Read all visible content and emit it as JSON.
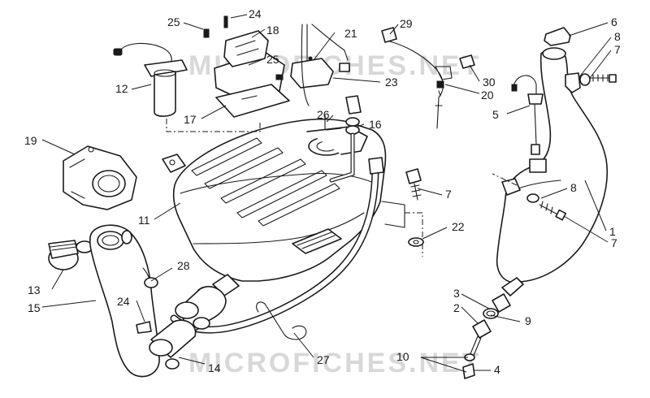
{
  "diagram": {
    "watermarks": [
      "MICROFICHES.NET",
      "MICROFICHES.NET"
    ],
    "callouts": [
      {
        "id": "c1",
        "text": "1"
      },
      {
        "id": "c2",
        "text": "2"
      },
      {
        "id": "c3",
        "text": "3"
      },
      {
        "id": "c4",
        "text": "4"
      },
      {
        "id": "c5",
        "text": "5"
      },
      {
        "id": "c6",
        "text": "6"
      },
      {
        "id": "c7a",
        "text": "7"
      },
      {
        "id": "c7b",
        "text": "7"
      },
      {
        "id": "c7c",
        "text": "7"
      },
      {
        "id": "c8a",
        "text": "8"
      },
      {
        "id": "c8b",
        "text": "8"
      },
      {
        "id": "c9",
        "text": "9"
      },
      {
        "id": "c10",
        "text": "10"
      },
      {
        "id": "c11",
        "text": "11"
      },
      {
        "id": "c12",
        "text": "12"
      },
      {
        "id": "c13",
        "text": "13"
      },
      {
        "id": "c14",
        "text": "14"
      },
      {
        "id": "c15",
        "text": "15"
      },
      {
        "id": "c16",
        "text": "16"
      },
      {
        "id": "c17",
        "text": "17"
      },
      {
        "id": "c18",
        "text": "18"
      },
      {
        "id": "c19",
        "text": "19"
      },
      {
        "id": "c20",
        "text": "20"
      },
      {
        "id": "c21",
        "text": "21"
      },
      {
        "id": "c22",
        "text": "22"
      },
      {
        "id": "c23",
        "text": "23"
      },
      {
        "id": "c24a",
        "text": "24"
      },
      {
        "id": "c24b",
        "text": "24"
      },
      {
        "id": "c25a",
        "text": "25"
      },
      {
        "id": "c25b",
        "text": "25"
      },
      {
        "id": "c26",
        "text": "26"
      },
      {
        "id": "c27",
        "text": "27"
      },
      {
        "id": "c28",
        "text": "28"
      },
      {
        "id": "c29",
        "text": "29"
      },
      {
        "id": "c30",
        "text": "30"
      }
    ]
  }
}
